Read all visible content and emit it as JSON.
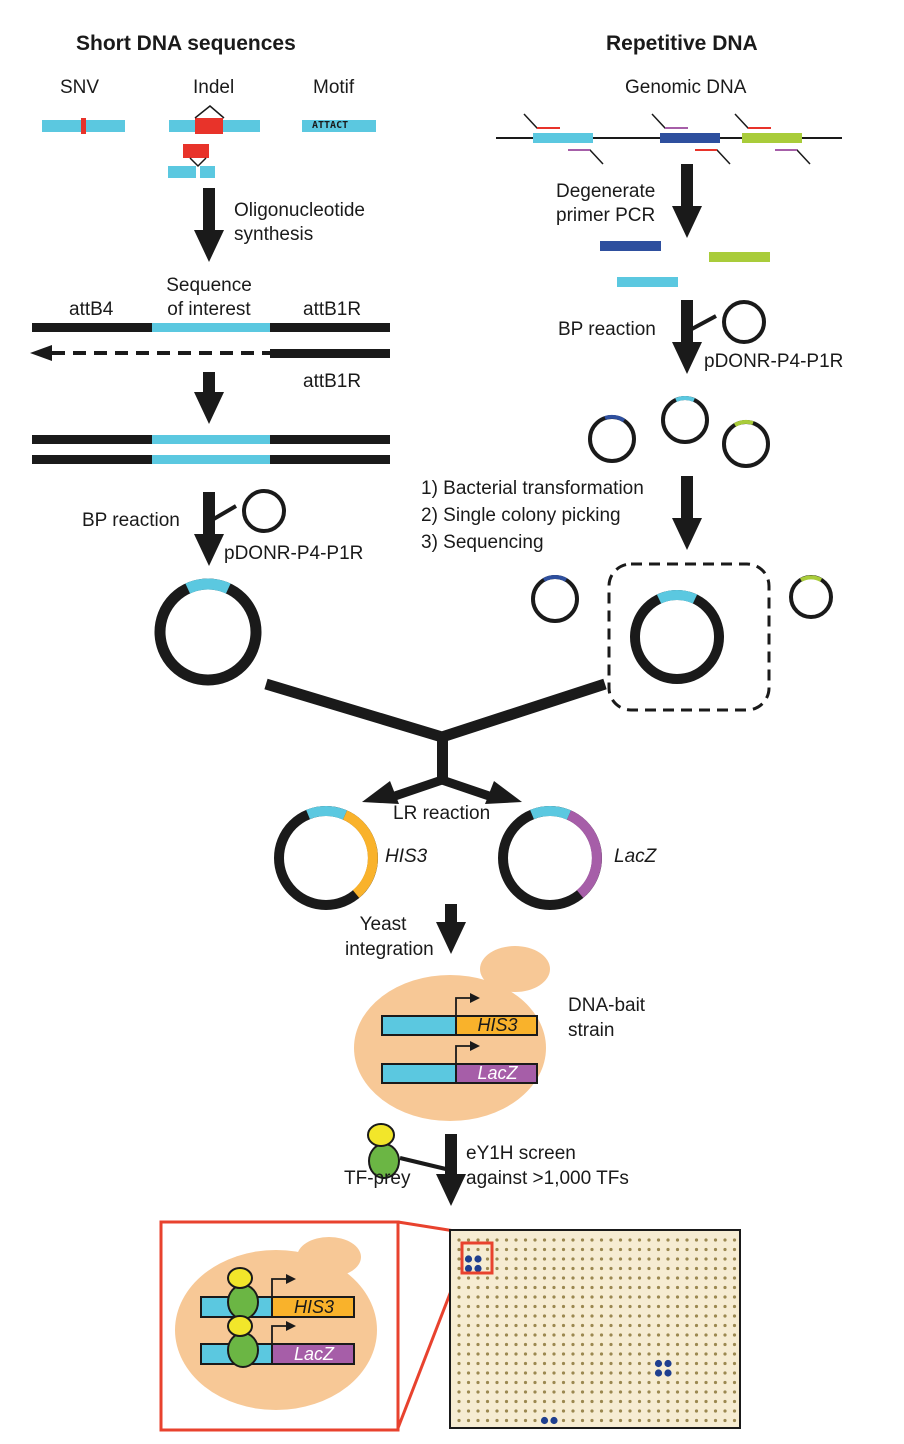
{
  "colors": {
    "dna": "#1a1a1a",
    "cyan": "#5bc8e0",
    "red": "#e8332a",
    "dark_blue": "#2e4f9e",
    "lime": "#a9cc3a",
    "purple": "#a65ea8",
    "orange": "#f9b22b",
    "yeast": "#f7c896",
    "prey_green": "#6bb644",
    "prey_yellow": "#f2e62a",
    "plate_bg": "#f6ecd2",
    "plate_dot": "#9b8850",
    "positive_dot": "#1f3f8f"
  },
  "left": {
    "title": "Short DNA sequences",
    "snv": "SNV",
    "indel": "Indel",
    "motif": "Motif",
    "motif_seq": "ATTACT",
    "oligo_1": "Oligonucleotide",
    "oligo_2": "synthesis",
    "seq_1": "Sequence",
    "seq_2": "of interest",
    "attb4": "attB4",
    "attb1r_top": "attB1R",
    "attb1r_bottom": "attB1R",
    "bp_reaction": "BP reaction",
    "pdonr": "pDONR-P4-P1R"
  },
  "right": {
    "title": "Repetitive DNA",
    "genomic": "Genomic DNA",
    "degenerate_1": "Degenerate",
    "degenerate_2": "primer PCR",
    "bp_reaction": "BP reaction",
    "pdonr": "pDONR-P4-P1R",
    "step1": "1) Bacterial transformation",
    "step2": "2) Single colony picking",
    "step3": "3) Sequencing"
  },
  "merge": {
    "lr_reaction": "LR reaction",
    "his3": "HIS3",
    "lacz": "LacZ",
    "yeast_1": "Yeast",
    "yeast_2": "integration",
    "bait_1": "DNA-bait",
    "bait_2": "strain",
    "strain_his3": "HIS3",
    "strain_lacz": "LacZ",
    "tf_prey": "TF-prey",
    "screen_1": "eY1H screen",
    "screen_2": "against >1,000 TFs",
    "inset_his3": "HIS3",
    "inset_lacz": "LacZ"
  }
}
